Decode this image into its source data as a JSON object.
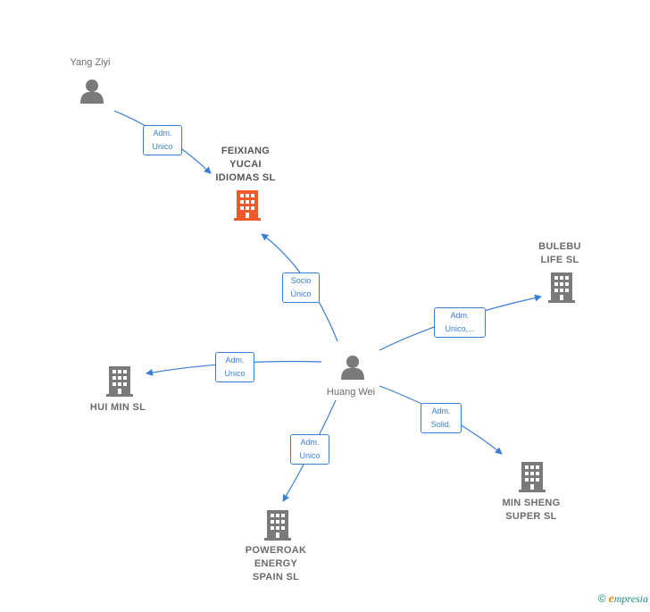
{
  "persons": {
    "yang_ziyi": "Yang Ziyi",
    "huang_wei": "Huang Wei"
  },
  "companies": {
    "feixiang": "FEIXIANG\nYUCAI\nIDIOMAS  SL",
    "bulebu": "BULEBU\nLIFE  SL",
    "hui_min": "HUI MIN  SL",
    "min_sheng": "MIN SHENG\nSUPER  SL",
    "poweroak": "POWEROAK\nENERGY\nSPAIN  SL"
  },
  "edges": {
    "yang_feixiang": "Adm.\nUnico",
    "huang_feixiang": "Socio\nÚnico",
    "huang_bulebu": "Adm.\nUnico,...",
    "huang_huimin": "Adm.\nUnico",
    "huang_minsheng": "Adm.\nSolid.",
    "huang_poweroak": "Adm.\nUnico"
  },
  "colors": {
    "edge": "#3a7fd5",
    "icon": "#7a7a7a",
    "highlight": "#f05a28"
  },
  "brand": {
    "copyright": "©",
    "initial": "e",
    "name": "mpresia"
  }
}
